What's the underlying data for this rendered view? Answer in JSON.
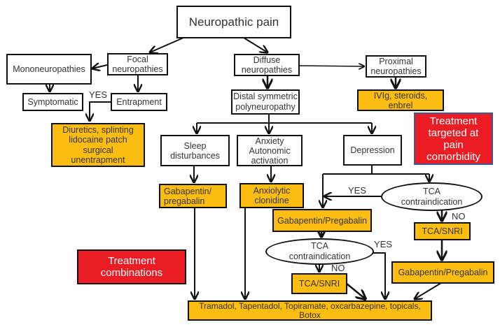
{
  "diagram": {
    "root": "Neuropathic pain",
    "focal": "Focal\nneuropathies",
    "mono": "Mononeuropathies",
    "symptomatic": "Symptomatic",
    "entrapment": "Entrapment",
    "entrapment_yes": "YES",
    "entrapment_treatment": "Diuretics, splinting\nlidocaine patch\nsurgical\nunentrapment",
    "diffuse": "Diffuse\nneuropathies",
    "proximal": "Proximal\nneuropathies",
    "proximal_treatment": "IVIg, steroids,\nenbrel",
    "distal": "Distal symmetric\npolyneuropathy",
    "comorbidity_label": "Treatment\ntargeted at\npain\ncomorbidity",
    "sleep": "Sleep\ndisturbances",
    "anxiety": "Anxiety\nAutonomic\nactivation",
    "depression": "Depression",
    "sleep_treatment": "Gabapentin/\npregabalin",
    "anxiety_treatment": "Anxiolytic\nclonidine",
    "tca_upper": "TCA\ncontraindication",
    "tca_upper_yes": "YES",
    "tca_upper_no": "NO",
    "gaba_mid": "Gabapentin/Pregabalin",
    "tca_snri_right": "TCA/SNRI",
    "combinations_label": "Treatment\ncombinations",
    "tca_lower": "TCA\ncontraindication",
    "tca_lower_yes": "YES",
    "tca_lower_no": "NO",
    "tca_snri_lower": "TCA/SNRI",
    "gaba_right": "Gabapentin/Pregabalin",
    "final_treatment": "Tramadol, Tapentadol, Topiramate, oxcarbazepine, topicals,\nBotox"
  },
  "colors": {
    "treatment_fill": "#fbbd12",
    "highlight_red": "#ec1c24",
    "outline": "#111111"
  }
}
